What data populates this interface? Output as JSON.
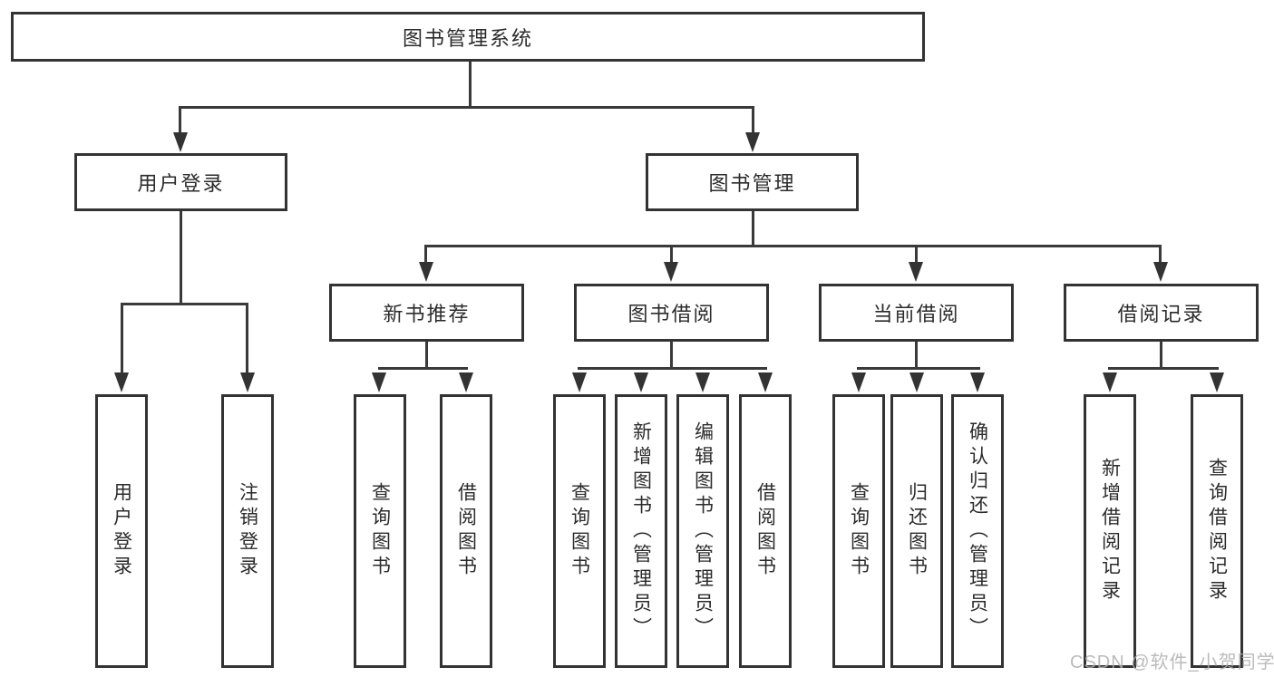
{
  "diagram": {
    "title": "图书管理系统",
    "root": {
      "label": "图书管理系统"
    },
    "level1": [
      {
        "id": "user-login",
        "label": "用户登录"
      },
      {
        "id": "book-management",
        "label": "图书管理"
      }
    ],
    "level2": [
      {
        "id": "new-book-recommend",
        "label": "新书推荐",
        "parent": "book-management"
      },
      {
        "id": "book-borrow",
        "label": "图书借阅",
        "parent": "book-management"
      },
      {
        "id": "current-borrow",
        "label": "当前借阅",
        "parent": "book-management"
      },
      {
        "id": "borrow-record",
        "label": "借阅记录",
        "parent": "book-management"
      }
    ],
    "leaves": {
      "user_login": [
        "用户登录",
        "注销登录"
      ],
      "new_book": [
        "查询图书",
        "借阅图书"
      ],
      "book_borrow": [
        "查询图书",
        "新增图书（管理员）",
        "编辑图书（管理员）",
        "借阅图书"
      ],
      "current_borrow": [
        "查询图书",
        "归还图书",
        "确认归还（管理员）"
      ],
      "borrow_record": [
        "新增借阅记录",
        "查询借阅记录"
      ]
    }
  },
  "watermark": "CSDN @软件_小贺同学",
  "colors": {
    "line": "#333333",
    "text": "#2b2b2b",
    "background": "#ffffff",
    "watermark": "#afafaf"
  }
}
